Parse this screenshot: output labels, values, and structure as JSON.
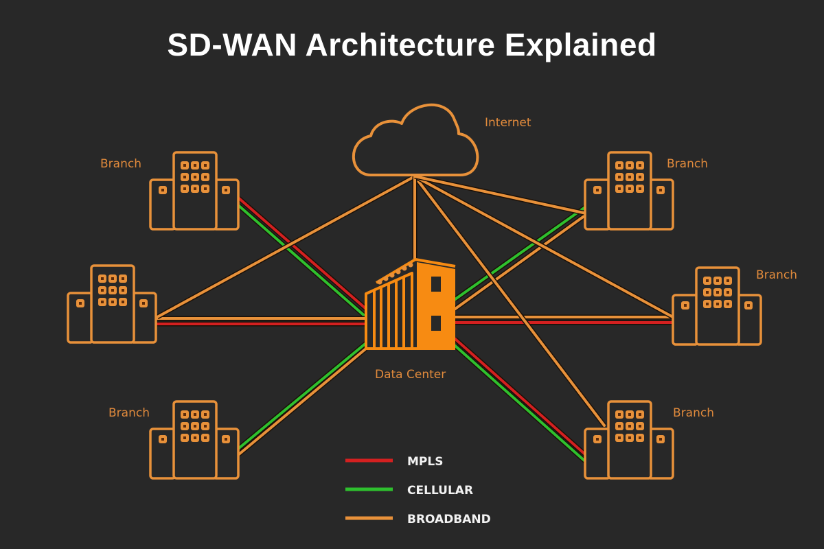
{
  "title": "SD-WAN Architecture Explained",
  "colors": {
    "background": "#282828",
    "mpls": "#d42020",
    "cellular": "#2ec02e",
    "broadband": "#e8913a",
    "datacenter_fill": "#f78b12",
    "title": "#ffffff"
  },
  "nodes": {
    "internet": {
      "label": "Internet",
      "icon": "cloud-icon"
    },
    "datacenter": {
      "label": "Data Center",
      "icon": "datacenter-icon"
    },
    "branches": [
      {
        "id": "branch-top-left",
        "label": "Branch",
        "icon": "building-icon"
      },
      {
        "id": "branch-mid-left",
        "label": "",
        "icon": "building-icon"
      },
      {
        "id": "branch-bottom-left",
        "label": "Branch",
        "icon": "building-icon"
      },
      {
        "id": "branch-top-right",
        "label": "Branch",
        "icon": "building-icon"
      },
      {
        "id": "branch-mid-right",
        "label": "Branch",
        "icon": "building-icon"
      },
      {
        "id": "branch-bottom-right",
        "label": "Branch",
        "icon": "building-icon"
      }
    ]
  },
  "links": [
    {
      "from": "branch-top-left",
      "to": "datacenter",
      "types": [
        "mpls",
        "cellular"
      ]
    },
    {
      "from": "branch-mid-left",
      "to": "datacenter",
      "types": [
        "broadband",
        "mpls"
      ]
    },
    {
      "from": "branch-bottom-left",
      "to": "datacenter",
      "types": [
        "cellular",
        "broadband"
      ]
    },
    {
      "from": "branch-top-right",
      "to": "datacenter",
      "types": [
        "cellular",
        "broadband"
      ]
    },
    {
      "from": "branch-mid-right",
      "to": "datacenter",
      "types": [
        "broadband",
        "mpls"
      ]
    },
    {
      "from": "branch-bottom-right",
      "to": "datacenter",
      "types": [
        "mpls",
        "cellular"
      ]
    },
    {
      "from": "internet",
      "to": "branch-mid-left",
      "types": [
        "broadband"
      ]
    },
    {
      "from": "internet",
      "to": "branch-bottom-right",
      "types": [
        "broadband"
      ]
    },
    {
      "from": "internet",
      "to": "branch-mid-right",
      "types": [
        "broadband"
      ]
    },
    {
      "from": "internet",
      "to": "datacenter",
      "types": [
        "broadband"
      ]
    },
    {
      "from": "internet",
      "to": "branch-top-right",
      "types": [
        "broadband"
      ]
    }
  ],
  "legend": [
    {
      "key": "mpls",
      "label": "MPLS"
    },
    {
      "key": "cellular",
      "label": "CELLULAR"
    },
    {
      "key": "broadband",
      "label": "BROADBAND"
    }
  ]
}
